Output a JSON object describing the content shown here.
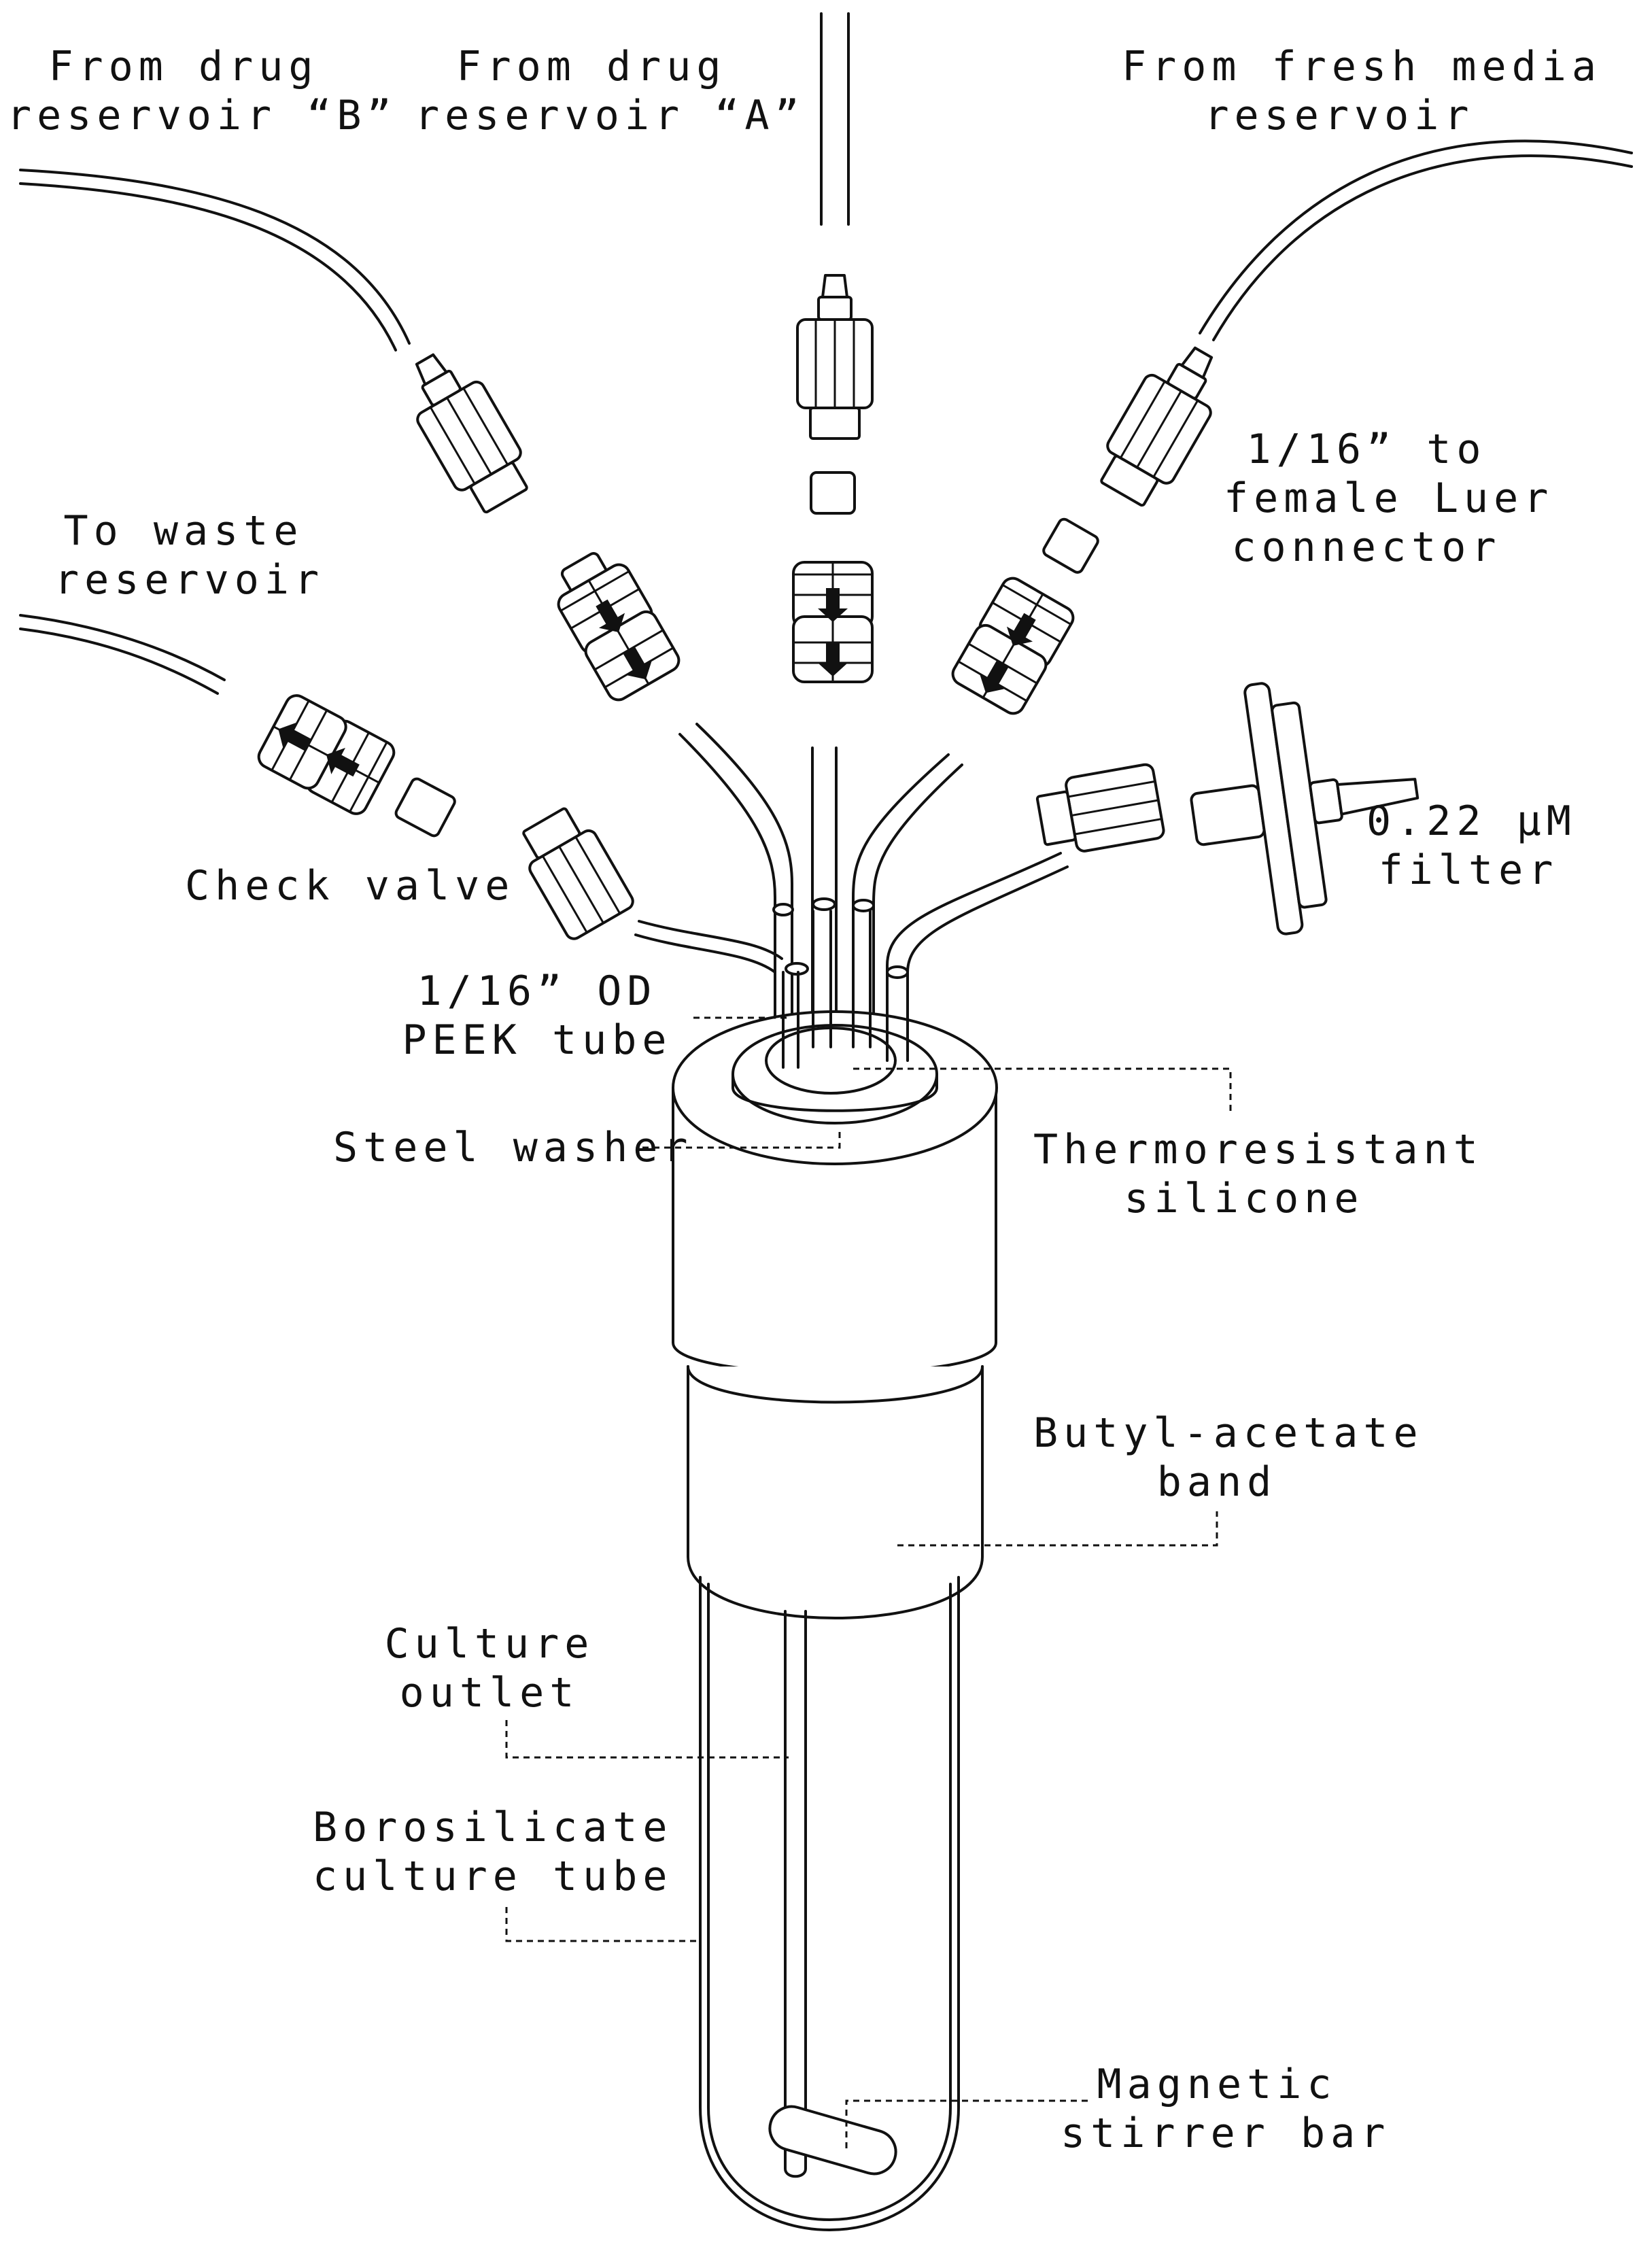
{
  "labels": {
    "drug_b": [
      "From drug",
      "reservoir “B”"
    ],
    "drug_a": [
      "From drug",
      "reservoir “A”"
    ],
    "fresh_media": [
      "From fresh media",
      "reservoir"
    ],
    "waste": [
      "To waste",
      "reservoir"
    ],
    "luer_connector": [
      "1/16” to",
      "female Luer",
      "connector"
    ],
    "check_valve": [
      "Check valve"
    ],
    "filter": [
      "0.22 μM",
      "filter"
    ],
    "peek_tube": [
      "1/16” OD",
      "PEEK tube"
    ],
    "steel_washer": [
      "Steel washer"
    ],
    "silicone": [
      "Thermoresistant",
      "silicone"
    ],
    "butyl_band": [
      "Butyl-acetate",
      "band"
    ],
    "culture_outlet": [
      "Culture",
      "outlet"
    ],
    "culture_tube": [
      "Borosilicate",
      "culture tube"
    ],
    "stirrer_bar": [
      "Magnetic",
      "stirrer bar"
    ]
  },
  "colors": {
    "ink": "#111111",
    "background": "#ffffff"
  },
  "icons": [
    "check-valve-icon",
    "luer-connector-icon",
    "syringe-filter-icon",
    "flow-arrow-icon"
  ]
}
